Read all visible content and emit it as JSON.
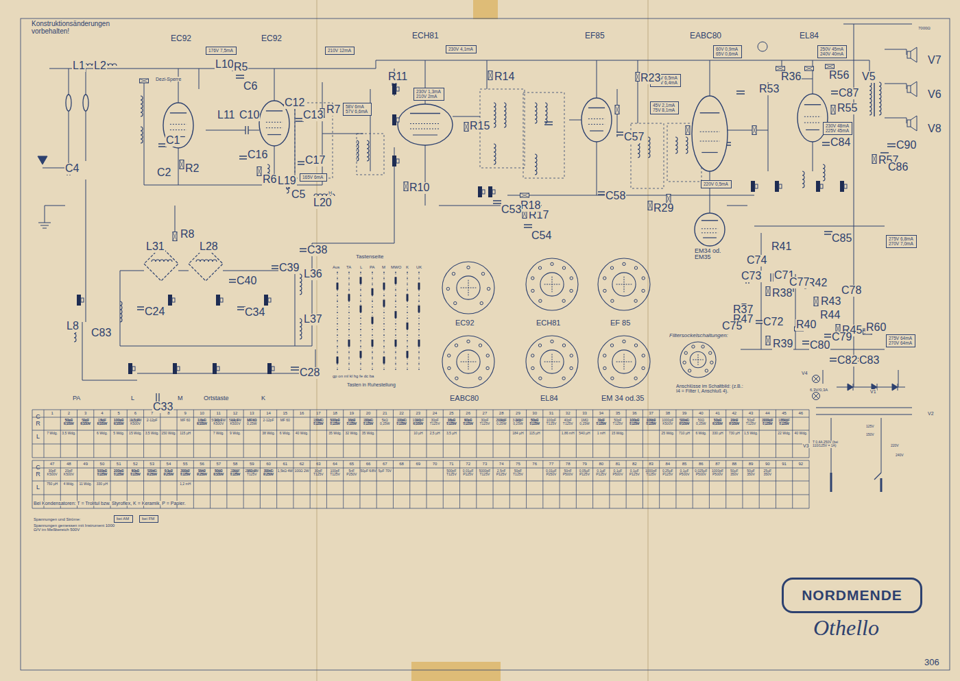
{
  "diagram": {
    "nodes": [
      {
        "text": [
          "176V 7,5mA"
        ]
      },
      {
        "text": [
          "210V 12mA"
        ]
      },
      {
        "text": [
          "230V 4,1mA"
        ]
      },
      {
        "text": [
          "230V 1,3mA",
          "210V 2mA"
        ]
      },
      {
        "text": [
          "58V 6mA",
          "57V 6,6mA"
        ]
      },
      {
        "text": [
          "165V 6mA"
        ]
      },
      {
        "text": [
          "60V 0,9mA",
          "65V 0,6mA"
        ]
      },
      {
        "text": [
          "250V 45mA",
          "240V 40mA"
        ]
      },
      {
        "text": [
          "150V 6,5mA",
          "145V 6,4mA"
        ]
      },
      {
        "text": [
          "45V 2,1mA",
          "75V 8,1mA"
        ]
      },
      {
        "text": [
          "220V 0,5mA"
        ]
      },
      {
        "text": [
          "230V 48mA",
          "225V 45mA"
        ]
      },
      {
        "text": [
          "275V 6,8mA",
          "270V 7,0mA"
        ]
      },
      {
        "text": [
          "275V 64mA",
          "270V 64mA"
        ]
      },
      {
        "text": [
          "bei AM"
        ]
      },
      {
        "text": [
          "bei FM"
        ]
      },
      {
        "text": [
          "NORDMENDE"
        ]
      }
    ],
    "labels": [
      "Konstruktionsänderungen vorbehalten!",
      "EC92",
      "EC92",
      "ECH81",
      "EF85",
      "EABC80",
      "EL84",
      "EM34 od. EM35",
      "EC92",
      "ECH81",
      "EF 85",
      "EABC80",
      "EL84",
      "EM 34 od.35",
      "Filtersockelschaltungen:",
      "Anschlüsse im Schaltbild: (z.B.: I4 = Filter I, Anschluß 4).",
      "Tastenseite",
      "Aus",
      "TA",
      "L",
      "PA",
      "M",
      "MWO",
      "K",
      "UK",
      "gp on ml kl hg fe dc ba",
      "Tasten in Ruhestellung",
      "PA",
      "L",
      "M",
      "Ortstaste",
      "K",
      "Bei Kondensatoren: T = Trolitul bzw. Styroflex, K = Keramik, P = Papier.",
      "Spannungen und Ströme:",
      "Spannungen gemessen mit Instrument 1000 Ω/V im Meßbereich 500V",
      "Othello",
      "306",
      "Dezi-Sperre",
      "7000Ω",
      "H",
      "6,3V/0,3A",
      "V4",
      "V1",
      "V2",
      "V3",
      "T 0,4A 250V (bei 110/125V = 1A)",
      "125V",
      "150V",
      "220V",
      "240V",
      "L1",
      "L2",
      "L10",
      "R5",
      "C6",
      "C1",
      "C2",
      "R2",
      "L11",
      "C10",
      "C12",
      "C13",
      "R7",
      "C16",
      "C17",
      "R6",
      "L19",
      "C5",
      "L20",
      "C4",
      "R10",
      "R11",
      "R14",
      "R15",
      "R17",
      "R18",
      "C53",
      "C54",
      "R23",
      "C57",
      "C58",
      "R29",
      "R36",
      "R56",
      "R53",
      "C87",
      "R55",
      "C84",
      "C85",
      "R57",
      "C86",
      "V5",
      "V7",
      "V6",
      "V8",
      "C90",
      "R41",
      "R42",
      "C78",
      "R43",
      "R44",
      "R45",
      "R40",
      "R39",
      "C80",
      "R60",
      "C83",
      "C82",
      "C79",
      "R37",
      "R47",
      "R38",
      "C72",
      "C75",
      "C73",
      "C71",
      "C74",
      "C77",
      "L31",
      "L28",
      "R8",
      "L8",
      "C83",
      "C24",
      "C34",
      "C40",
      "C38",
      "C39",
      "L36",
      "L37",
      "C28",
      "C33",
      "1",
      "2",
      "3",
      "4",
      "5",
      "6",
      "7",
      "8",
      "9",
      "10",
      "11",
      "12",
      "13",
      "14",
      "15",
      "16",
      "17",
      "18",
      "19",
      "20",
      "21",
      "22",
      "23",
      "24",
      "25",
      "26",
      "27",
      "28",
      "29",
      "30",
      "31",
      "32",
      "33",
      "34",
      "35",
      "36",
      "37",
      "38",
      "39",
      "40",
      "41",
      "42",
      "43",
      "44",
      "45",
      "46",
      "47",
      "48",
      "49",
      "50",
      "51",
      "52",
      "53",
      "54",
      "55",
      "56",
      "57",
      "58",
      "59",
      "60",
      "61",
      "62",
      "63",
      "64",
      "65",
      "66",
      "67",
      "68",
      "69",
      "70",
      "71",
      "72",
      "73",
      "74",
      "75",
      "76",
      "77",
      "78",
      "79",
      "80",
      "81",
      "82",
      "83",
      "84",
      "85",
      "86",
      "87",
      "88",
      "89",
      "90",
      "91",
      "92",
      "C",
      "R",
      "L",
      "C",
      "R",
      "L",
      "50pF K500V",
      "50pF K500V",
      "1,5pF K500V",
      "100pF K500V",
      "1,5pF K500V",
      "2-12pF",
      "MF 60",
      "10pF K500V",
      "20pF K500V",
      "14pF K500V",
      "MF 60",
      "2-12pF",
      "MF 60",
      "30pF T125V",
      "100pF T125V",
      "30pF T125V",
      "30pF T125V",
      "10pF T125V",
      "1000pF K500V",
      "30pF T125V",
      "30pF T125V",
      "40pF T125V",
      "30pF T125V",
      "2-10pF",
      "3-10pF",
      "30pF T125V",
      "100pF T125V",
      "40pF T125V",
      "30pF T125V",
      "50pF T125V",
      "100pF T125V",
      "100pF T125V",
      "1000pF K500V",
      "10nF P500V",
      "50pF K500V",
      "10nF P500V",
      "50pF T125V",
      "1000pF T125V",
      "1000pF T125V",
      "50kΩ 0,25W",
      "1kΩ 0,25W",
      "3kΩ 0,25W",
      "100kΩ 0,25W",
      "1kΩ 1W",
      "1,6kΩ 0,25W",
      "50kΩ 1W",
      "5kΩ 1W",
      "100kΩ 0,25W",
      "1,6MΩ 0,25W",
      "500kΩ 0,25W",
      "1MΩ 0,25W",
      "100kΩ 0,25W",
      "5kΩ 0,25W",
      "100kΩ 0,25W",
      "1kΩ 0,25W",
      "18kΩ 0,25W",
      "50kΩ 0,25W",
      "50kΩ 0,25W",
      "1kΩ 0,25W",
      "50kΩ 0,25W",
      "1MΩ 0,25W",
      "1kΩ 0,25W",
      "100kΩ 0,25W",
      "10MΩ 0,25W",
      "500kΩ 0,25W",
      "50Ω 0,25W",
      "10kΩ 0,25W",
      "2MΩ 0,25W",
      "300kΩ 0,25W",
      "35kΩ 0,25W",
      "7 Wdg.",
      "3,5 Wdg.",
      "6 Wdg.",
      "5 Wdg.",
      "15 Wdg.",
      "3,5 Wdg.",
      "150 Wdg.",
      "115 µH",
      "7 Wdg.",
      "9 Wdg.",
      "38 Wdg.",
      "6 Wdg.",
      "40 Wdg.",
      "35 Wdg.",
      "32 Wdg.",
      "35 Wdg.",
      "10 µH",
      "2,5 µH",
      "3,5 µH",
      "184 µH",
      "115 µH",
      "1,86 mH",
      "540 µH",
      "1 mH",
      "15 Wdg.",
      "25 Wdg.",
      "710 µH",
      "6 Wdg.",
      "330 µH",
      "730 µH",
      "1,5 Wdg.",
      "22 Wdg.",
      "40 Wdg.",
      "30pF K500V",
      "20pF K500V",
      "100pF T125V",
      "200pF T125V",
      "40pF T125V",
      "15nF P250V",
      "0,1µF P250V",
      "200pF T125V",
      "50nF P250V",
      "30pF K500V",
      "200pF T125V",
      "200pF T125V",
      "50nF P250V",
      "30pF T125V",
      "100pF T125V",
      "5nF P250V",
      "50µF 6/8V",
      "5µF 70V",
      "500pF T125V",
      "0,01µF P125V",
      "5000pF T125V",
      "2,5nF P125V",
      "50pF T125V",
      "0,01µF P250V",
      "50nF P500V",
      "0,05µF P125V",
      "0,1µF P125V",
      "0,1µF P500V",
      "0,1µF P125V",
      "1000pF T125V",
      "0,25µF P125V",
      "0,1µF P500V",
      "0,025µF P500V",
      "1000pF P500V",
      "50µF 350V",
      "50µF 350V",
      "25µF 350V",
      "500kΩ 0,25W",
      "100kΩ 0,25W",
      "50kΩ 0,25W",
      "500kΩ 0,25W",
      "50kΩ 0,25W",
      "500Ω 0,25W",
      "2MΩ 0,25W",
      "500Ω 0,25W",
      "2kΩ 0,25W",
      "2MΩ 1W",
      "100kΩ 0,25W",
      "1,5kΩ 4W",
      "100Ω 2W",
      "750 µH",
      "4 Wdg.",
      "11 Wdg.",
      "330 µH",
      "1,2 mH"
    ]
  }
}
